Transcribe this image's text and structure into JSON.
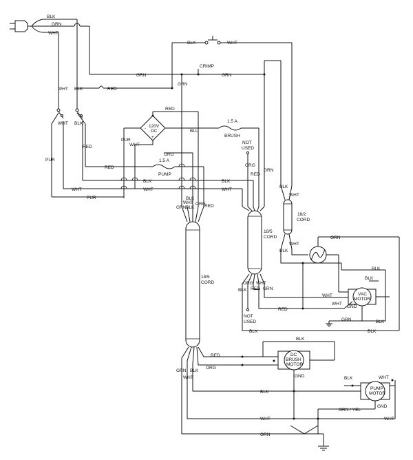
{
  "labels": {
    "blk": "BLK",
    "grn": "GRN",
    "wht": "WHT",
    "red": "RED",
    "pur": "PUR",
    "org": "ORG",
    "blu": "BLU",
    "crimp": "CRIMP",
    "grn_yel": "GRN / YEL",
    "gnd": "GND",
    "not": "NOT",
    "used": "USED",
    "cord": "CORD",
    "cord_18_5": "18/5",
    "cord_18_2": "18/2"
  },
  "components": {
    "rectifier_line1": "120V",
    "rectifier_line2": "DC",
    "rectifier_plus": "+",
    "rectifier_minus": "-",
    "brush_fuse_rating": "1.5 A",
    "brush_fuse_label": "BRUSH",
    "pump_fuse_rating": "1.5 A",
    "pump_fuse_label": "PUMP",
    "vac_motor_line1": "VAC",
    "vac_motor_line2": "MOTOR",
    "brush_motor_line1": "DC",
    "brush_motor_line2": "BRUSH",
    "brush_motor_line3": "MOTOR",
    "pump_motor_line1": "PUMP",
    "pump_motor_line2": "MOTOR"
  }
}
